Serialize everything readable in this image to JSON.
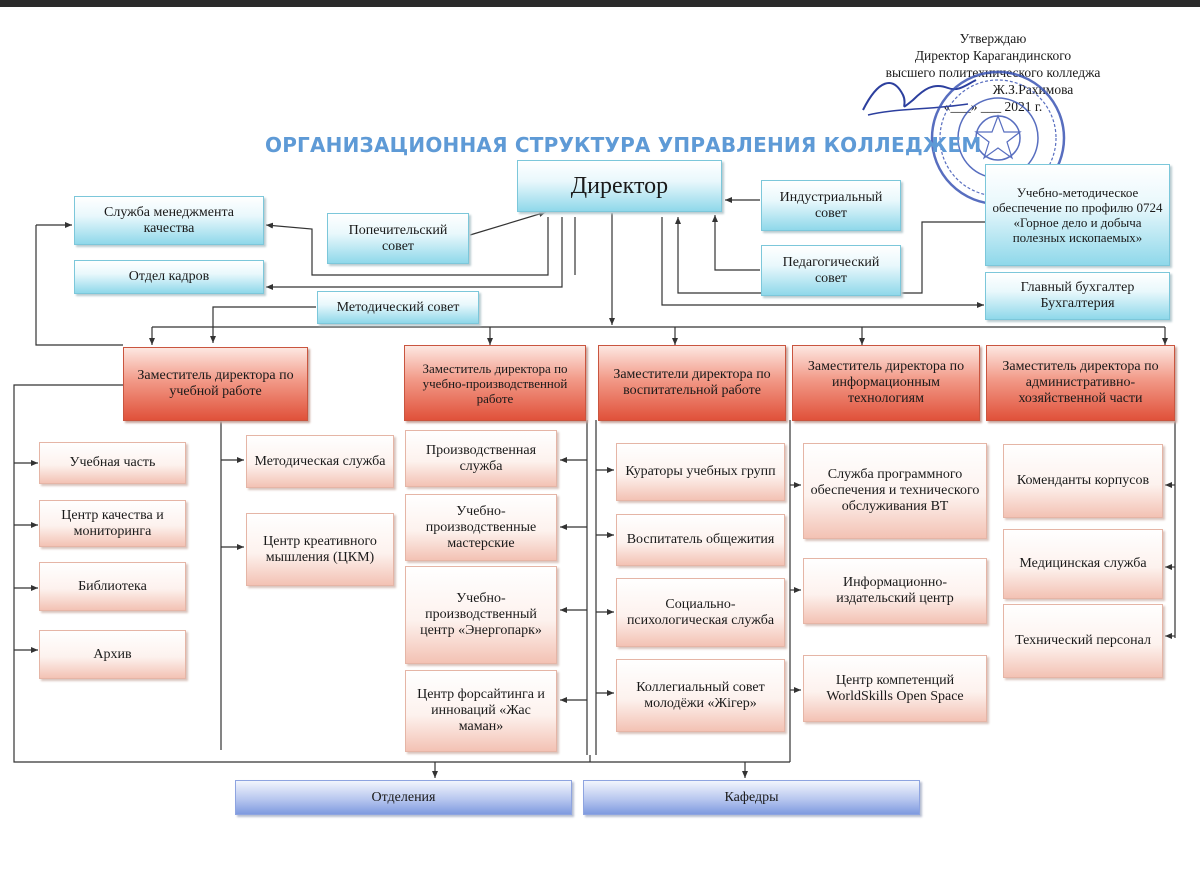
{
  "approval": {
    "line1": "Утверждаю",
    "line2": "Директор Карагандинского",
    "line3": "высшего политехнического колледжа",
    "line4": "Ж.З.Рахимова",
    "line5": "«___» ___ 2021 г."
  },
  "title": "ОРГАНИЗАЦИОННАЯ СТРУКТУРА УПРАВЛЕНИЯ КОЛЛЕДЖЕМ",
  "top": {
    "director": "Директор",
    "quality_service": "Служба менеджмента качества",
    "hr_department": "Отдел кадров",
    "board_of_trustees": "Попечительский совет",
    "industrial_council": "Индустриальный совет",
    "pedagogical_council": "Педагогический совет",
    "methodical_council": "Методический совет",
    "profile_support": "Учебно-методическое обеспечение по профилю 0724 «Горное дело и добыча полезных ископаемых»",
    "chief_accountant": "Главный бухгалтер Бухгалтерия"
  },
  "deputies": {
    "academic": "Заместитель директора по учебной работе",
    "production": "Заместитель директора по учебно-производственной работе",
    "educational": "Заместители директора по воспитательной работе",
    "it": "Заместитель директора по информационным технологиям",
    "admin": "Заместитель директора по административно-хозяйственной части"
  },
  "units": {
    "academic_part": "Учебная часть",
    "quality_center": "Центр качества и мониторинга",
    "library": "Библиотека",
    "archive": "Архив",
    "methodical_service": "Методическая служба",
    "creative_center": "Центр креативного мышления (ЦКМ)",
    "production_service": "Производственная служба",
    "workshops": "Учебно-производственные мастерские",
    "energopark": "Учебно-производственный центр «Энергопарк»",
    "foresight": "Центр форсайтинга и инноваций «Жас маман»",
    "curators": "Кураторы учебных групп",
    "dorm_educator": "Воспитатель общежития",
    "psych_service": "Социально-психологическая служба",
    "youth_council": "Коллегиальный совет молодёжи «Жігер»",
    "software_service": "Служба программного обеспечения и технического обслуживания ВТ",
    "publishing_center": "Информационно-издательский центр",
    "worldskills": "Центр компетенций WorldSkills Open Space",
    "commandants": "Коменданты корпусов",
    "medical": "Медицинская служба",
    "technical_staff": "Технический персонал"
  },
  "bottom": {
    "departments": "Отделения",
    "chairs": "Кафедры"
  },
  "colors": {
    "title": "#5e9ad6",
    "top_boxes": "#8fd8ea",
    "deputy_boxes": "#e0513a",
    "unit_boxes": "#f3c2b4",
    "bottom_boxes": "#7f9ae0"
  }
}
